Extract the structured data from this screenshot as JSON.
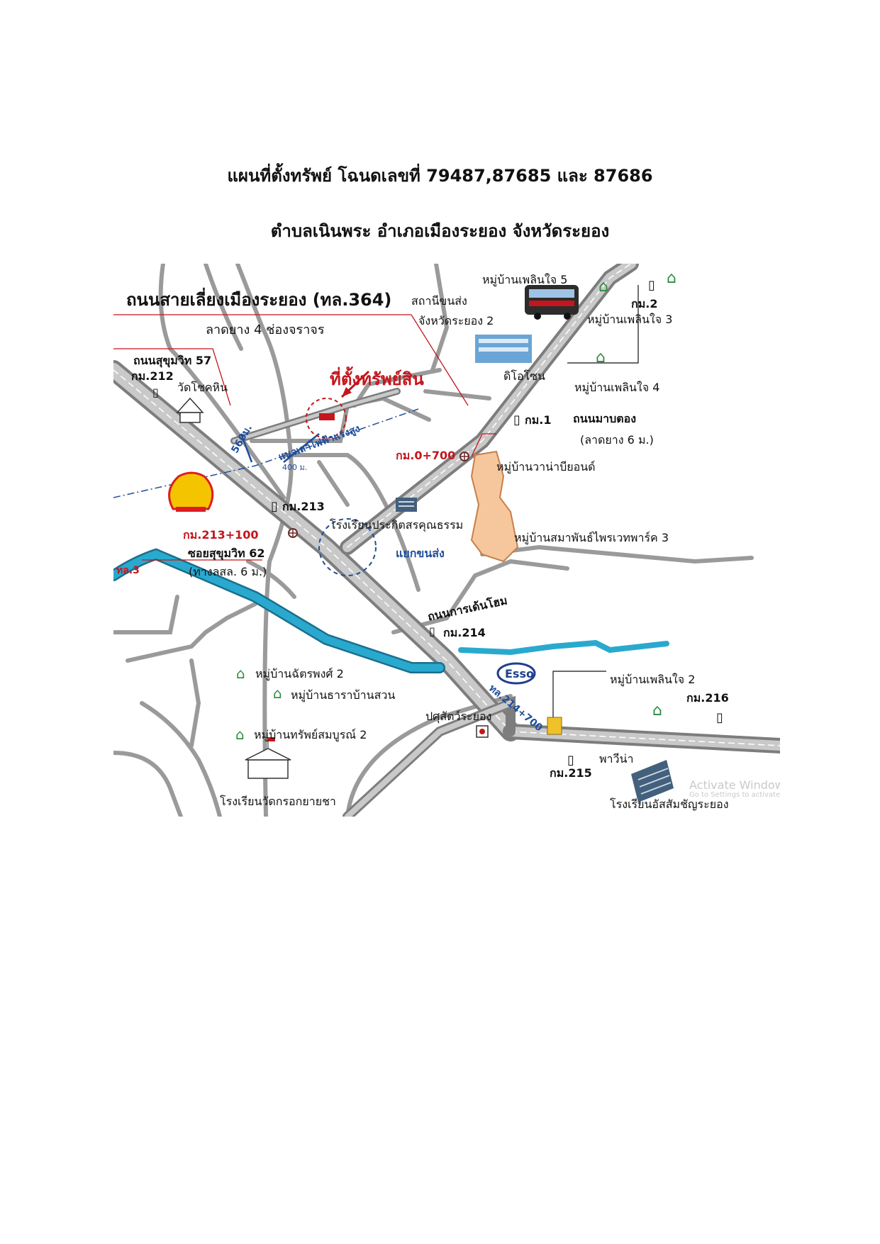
{
  "header": {
    "line1": "แผนที่ตั้งทรัพย์ โฉนดเลขที่ 79487,87685 และ 87686",
    "line2": "ตำบลเนินพระ  อำเภอเมืองระยอง  จังหวัดระยอง"
  },
  "map": {
    "main_road": "ถนนสายเลี่ยงเมืองระยอง (ทล.364)",
    "main_road_note": "ลาดยาง 4 ช่องจราจร",
    "property": "ที่ตั้งทรัพย์สิน",
    "powerline": "แนวเสาไฟฟ้าแรงสูง",
    "dist_560": "560ม.",
    "dist_400": "400 ม.",
    "sukhumvit57": "ถนนสุขุมวิท 57",
    "km212": "กม.212",
    "wat": "วัดโชคหิน",
    "km213": "กม.213",
    "km213_100": "กม.213+100",
    "soi62": "ซอยสุขุมวิท 62",
    "soi62_note": "(ทางลสล. 6 ม.)",
    "prakit_school": "โรงเรียนประกิตสรคุณธรรม",
    "junction": "แยกขนส่ง",
    "tendom_road": "ถนนการเด้นโฮม",
    "km214": "กม.214",
    "village_chatra": "หมู่บ้านฉัตรพงศ์ 2",
    "village_thara": "หมู่บ้านธาราบ้านสวน",
    "village_sap": "หมู่บ้านทรัพย์สมบูรณ์ 2",
    "pasusat": "ปศุสัตว์ระยอง",
    "wat_school": "โรงเรียนวัดกรอกยายชา",
    "esso": "Esso",
    "road_km": "ทล.214+700",
    "km215": "กม.215",
    "pawina": "พาวีน่า",
    "village_plernjai2": "หมู่บ้านเพลินใจ 2",
    "km216": "กม.216",
    "assumption": "โรงเรียนอัสสัมชัญระยอง",
    "village_plernjai5": "หมู่บ้านเพลินใจ 5",
    "bus_station": "สถานีขนส่ง",
    "bus_station2": "จังหวัดระยอง 2",
    "km2": "กม.2",
    "village_plernjai3": "หมู่บ้านเพลินใจ 3",
    "dio": "ดิโอโซน",
    "village_plernjai4": "หมู่บ้านเพลินใจ 4",
    "km1": "กม.1",
    "mabtong": "ถนนมาบตอง",
    "mabtong_note": "(ลาดยาง 6 ม.)",
    "km0700": "กม.0+700",
    "village_vana": "หมู่บ้านวาน่าบียอนด์",
    "village_samaphan": "หมู่บ้านสมาพันธ์ไพรเวทพาร์ค 3",
    "river_tag": "ทล.3",
    "shell": "Shell",
    "watermark1": "Activate Window",
    "watermark2": "Go to Settings to activate"
  },
  "colors": {
    "road": "#8a8a8a",
    "road_fill": "#b9b9b9",
    "river": "#2aa9cf",
    "label_red": "#c4161c",
    "label_blue": "#1f4e9a",
    "village_area": "#f6c79c",
    "shell_yellow": "#f5c400",
    "shell_red": "#dd1d21"
  },
  "icons": [
    "village-icon",
    "km-post-icon",
    "bus-icon",
    "temple-icon",
    "shell-logo-icon",
    "esso-logo-icon",
    "school-icon",
    "building-icon",
    "junction-marker-icon"
  ]
}
